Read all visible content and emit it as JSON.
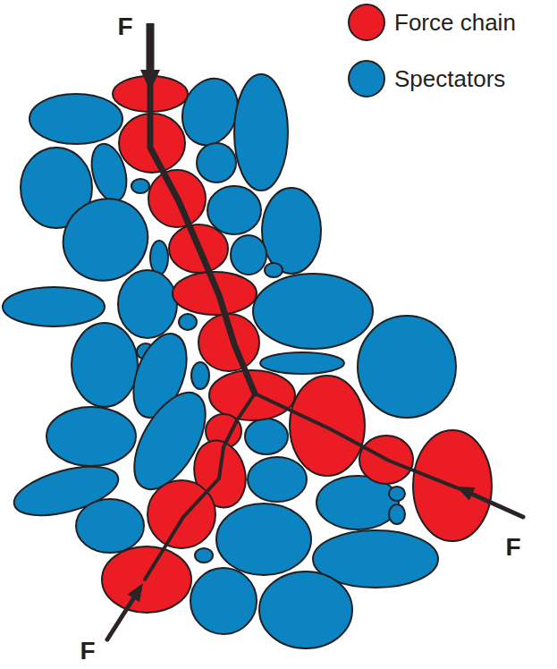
{
  "diagram": {
    "labels": [
      "F",
      "F",
      "F"
    ],
    "legend": [
      {
        "text": "Force chain",
        "color": "#ec1c24"
      },
      {
        "text": "Spectators",
        "color": "#0b84c1"
      }
    ]
  }
}
